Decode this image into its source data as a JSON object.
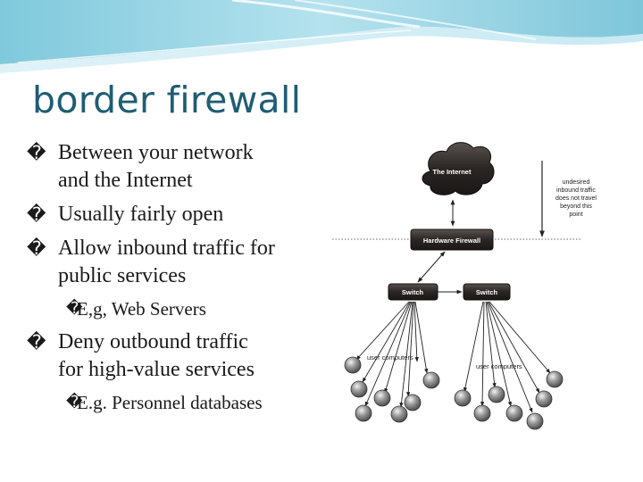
{
  "title": "border firewall",
  "bullet_glyph": "�",
  "bullets": [
    {
      "level": 1,
      "lines": [
        "Between your network",
        "and the Internet"
      ]
    },
    {
      "level": 1,
      "lines": [
        "Usually fairly open"
      ]
    },
    {
      "level": 1,
      "lines": [
        "Allow inbound traffic for",
        "public services"
      ]
    },
    {
      "level": 2,
      "lines": [
        "E,g, Web Servers"
      ]
    },
    {
      "level": 1,
      "lines": [
        "Deny outbound traffic",
        "for high-value services"
      ]
    },
    {
      "level": 2,
      "lines": [
        "E.g. Personnel databases"
      ]
    }
  ],
  "diagram": {
    "cloud_label": "The Internet",
    "firewall_label": "Hardware Firewall",
    "switch_left_label": "Switch",
    "switch_right_label": "Switch",
    "user_left_label": "user computers",
    "user_right_label": "user computers",
    "note_lines": [
      "undesired",
      "inbound traffic",
      "does not travel",
      "beyond this",
      "point"
    ]
  },
  "colors": {
    "title": "#1f5d73",
    "dark_box": "#2a2624",
    "node_gray": "#8a8a8a",
    "header_blue": "#7fc9dc"
  }
}
